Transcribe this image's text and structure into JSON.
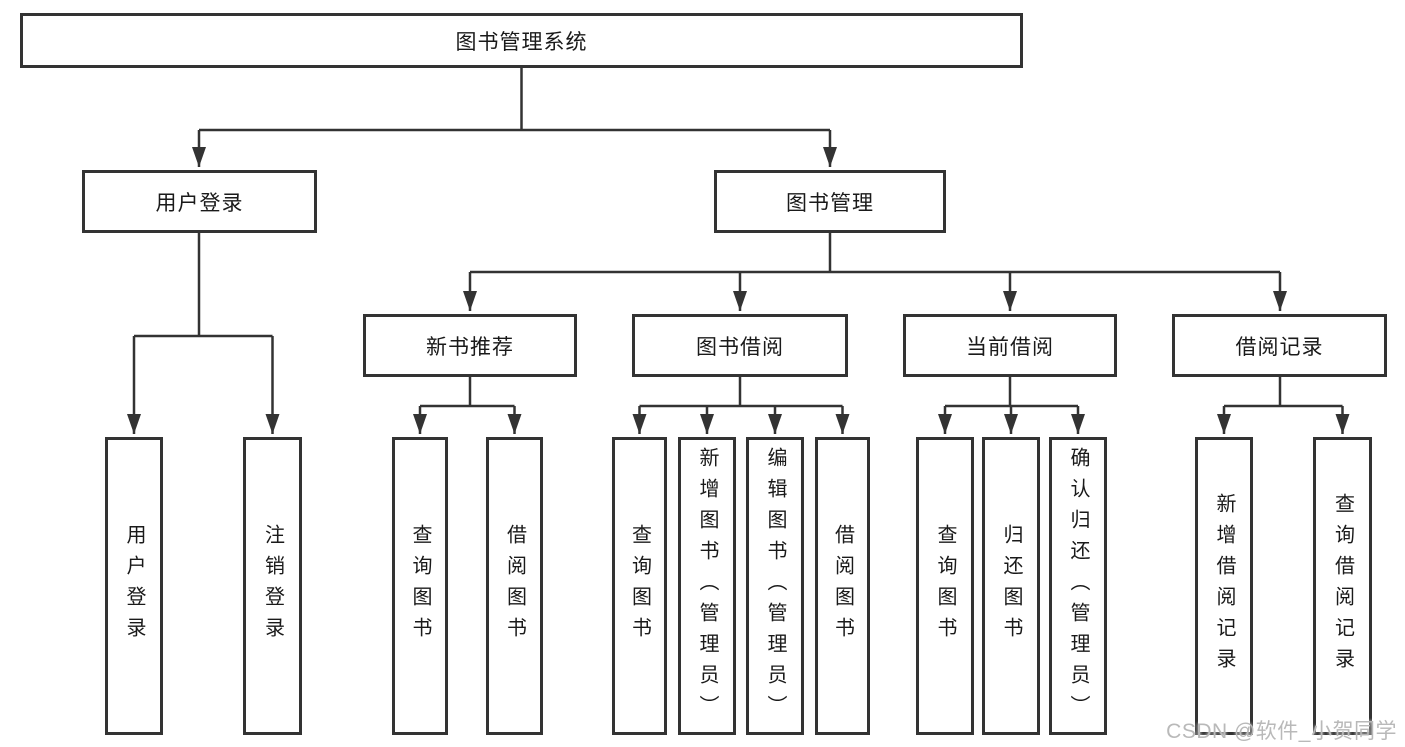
{
  "colors": {
    "line": "#333333",
    "box_border": "#333333",
    "text": "#1a1a1a",
    "watermark": "#b9b9b9",
    "background": "#ffffff"
  },
  "tree": {
    "root": "图书管理系统",
    "branches": [
      {
        "label": "用户登录",
        "leaves": [
          "用户登录",
          "注销登录"
        ]
      },
      {
        "label": "图书管理",
        "sections": [
          {
            "label": "新书推荐",
            "leaves": [
              "查询图书",
              "借阅图书"
            ]
          },
          {
            "label": "图书借阅",
            "leaves": [
              "查询图书",
              "新增图书（管理员）",
              "编辑图书（管理员）",
              "借阅图书"
            ]
          },
          {
            "label": "当前借阅",
            "leaves": [
              "查询图书",
              "归还图书",
              "确认归还（管理员）"
            ]
          },
          {
            "label": "借阅记录",
            "leaves": [
              "新增借阅记录",
              "查询借阅记录"
            ]
          }
        ]
      }
    ]
  },
  "watermark": "CSDN @软件_小贺同学"
}
